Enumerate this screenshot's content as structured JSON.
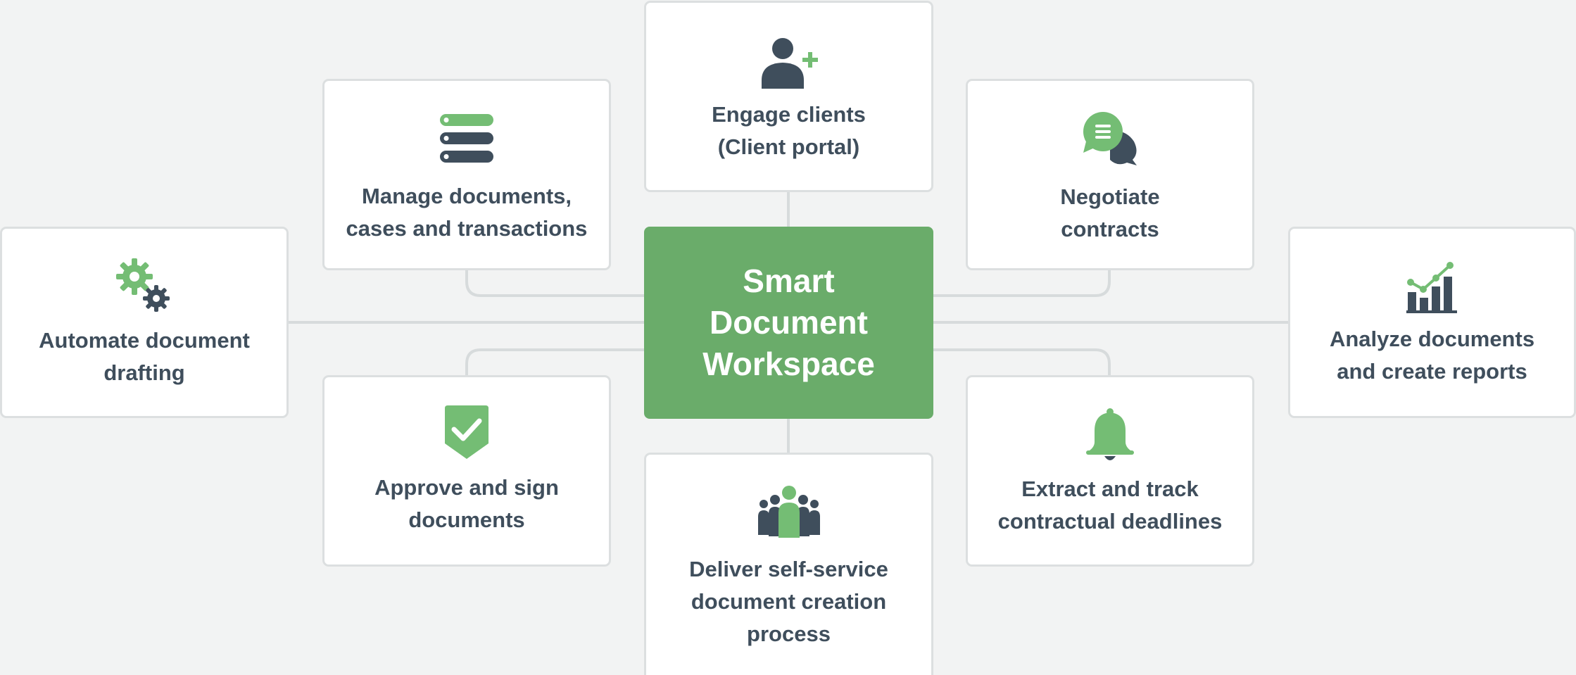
{
  "colors": {
    "background": "#f2f3f3",
    "accent_green": "#6aac6a",
    "icon_green": "#74bd74",
    "icon_dark": "#3f4e5c",
    "text_dark": "#3f4e5c",
    "card_border": "#dcdfe0",
    "connector": "#d7dbdc"
  },
  "center": {
    "lines": [
      "Smart",
      "Document",
      "Workspace"
    ]
  },
  "nodes": {
    "engage": {
      "icon": "add-user-icon",
      "lines": [
        "Engage clients",
        "(Client portal)"
      ]
    },
    "manage": {
      "icon": "database-stack-icon",
      "lines": [
        "Manage documents,",
        "cases and transactions"
      ]
    },
    "negotiate": {
      "icon": "chat-bubbles-icon",
      "lines": [
        "Negotiate",
        "contracts"
      ]
    },
    "automate": {
      "icon": "gears-icon",
      "lines": [
        "Automate document",
        "drafting"
      ]
    },
    "analyze": {
      "icon": "chart-icon",
      "lines": [
        "Analyze documents",
        "and create reports"
      ]
    },
    "approve": {
      "icon": "shield-check-icon",
      "lines": [
        "Approve and sign",
        "documents"
      ]
    },
    "deliver": {
      "icon": "group-icon",
      "lines": [
        "Deliver self-service",
        "document creation",
        "process"
      ]
    },
    "extract": {
      "icon": "bell-icon",
      "lines": [
        "Extract and track",
        "contractual deadlines"
      ]
    }
  }
}
